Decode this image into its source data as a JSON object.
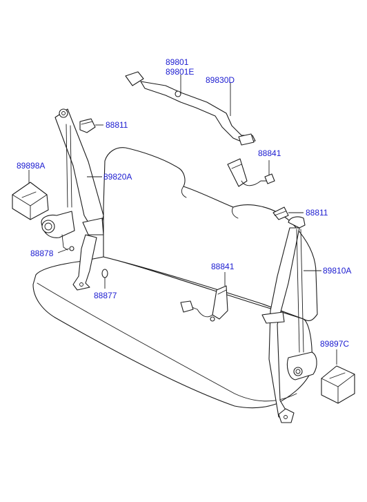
{
  "diagram": {
    "labels": [
      {
        "id": "lbl-89801",
        "text": "89801"
      },
      {
        "id": "lbl-89801e",
        "text": "89801E"
      },
      {
        "id": "lbl-89830d",
        "text": "89830D"
      },
      {
        "id": "lbl-88811-top",
        "text": "88811"
      },
      {
        "id": "lbl-88841-top",
        "text": "88841"
      },
      {
        "id": "lbl-89898a",
        "text": "89898A"
      },
      {
        "id": "lbl-89820a",
        "text": "89820A"
      },
      {
        "id": "lbl-88811-right",
        "text": "88811"
      },
      {
        "id": "lbl-88878",
        "text": "88878"
      },
      {
        "id": "lbl-88841-mid",
        "text": "88841"
      },
      {
        "id": "lbl-89810a",
        "text": "89810A"
      },
      {
        "id": "lbl-88877",
        "text": "88877"
      },
      {
        "id": "lbl-89897c",
        "text": "89897C"
      }
    ],
    "colors": {
      "label": "#1a1ad0",
      "line": "#1a1a1a",
      "background": "#ffffff"
    }
  }
}
